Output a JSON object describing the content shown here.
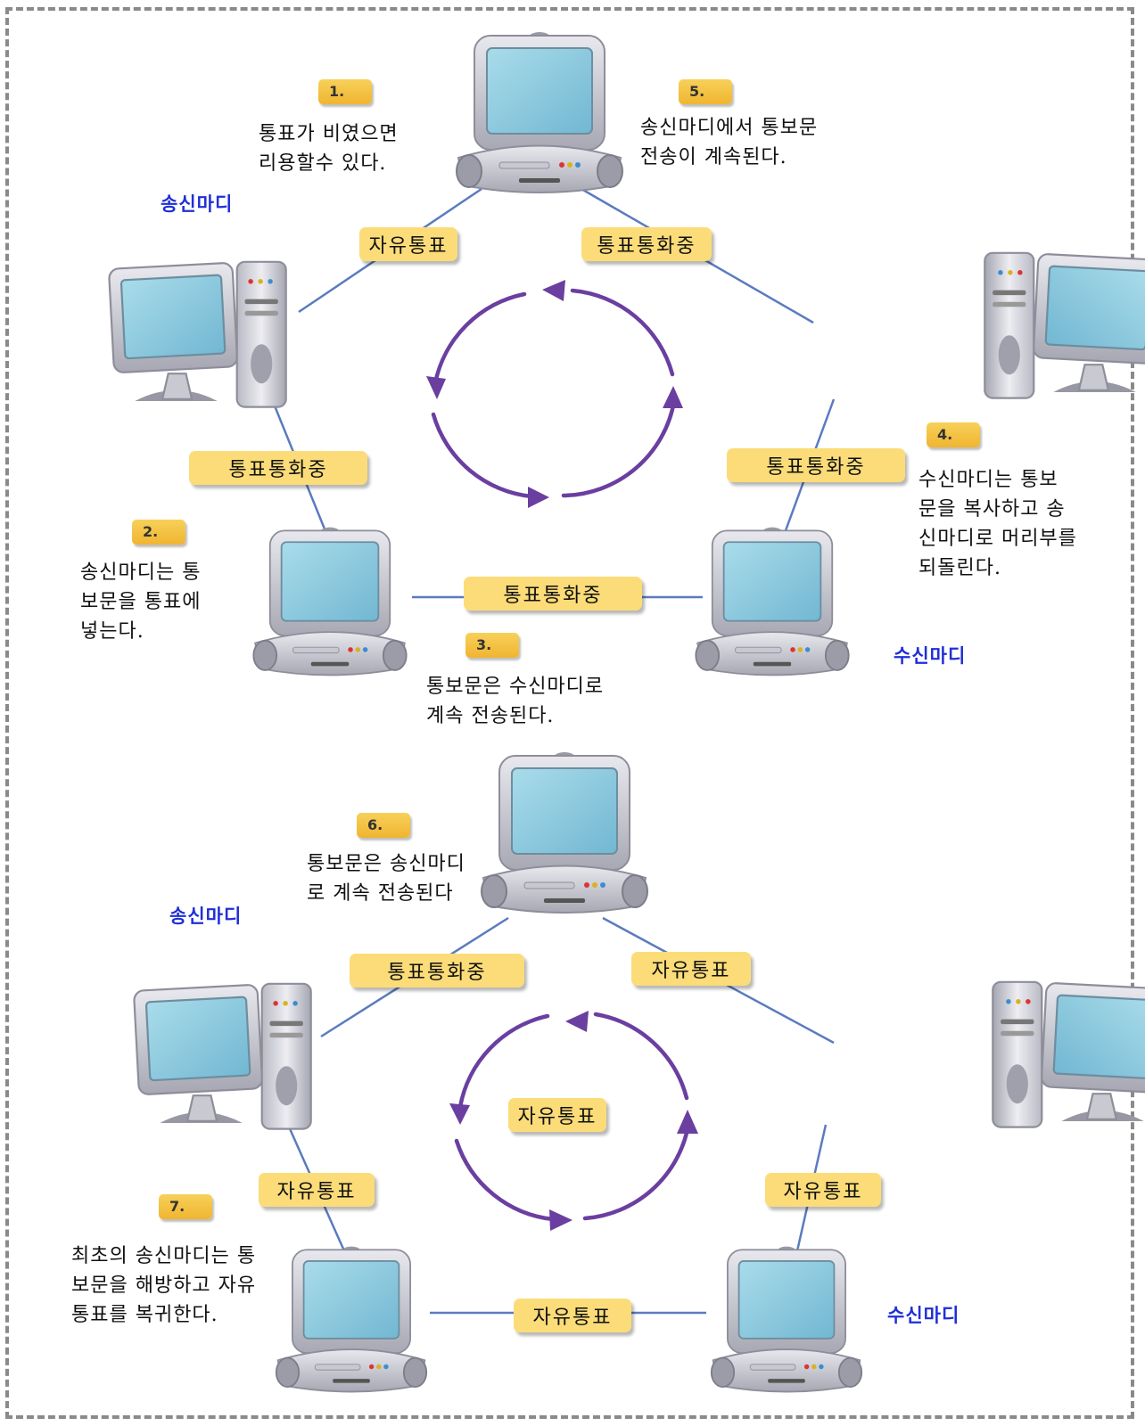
{
  "diagram_1": {
    "labels": {
      "top_left": "자유통표",
      "top_right": "통표통화중",
      "left": "통표통화중",
      "right": "통표통화중",
      "bottom": "통표통화중"
    },
    "steps": [
      {
        "badge": "1.",
        "text": "통표가 비였으면\n리용할수 있다."
      },
      {
        "badge": "2.",
        "text": "송신마디는 통\n보문을 통표에\n넣는다."
      },
      {
        "badge": "3.",
        "text": "통보문은 수신마디로\n계속 전송된다."
      },
      {
        "badge": "4.",
        "text": "수신마디는 통보\n문을 복사하고 송\n신마디로 머리부를\n되돌린다."
      },
      {
        "badge": "5.",
        "text": "송신마디에서 통보문\n전송이 계속된다."
      }
    ],
    "sender_label": "송신마디",
    "receiver_label": "수신마디"
  },
  "diagram_2": {
    "labels": {
      "top_left": "통표통화중",
      "top_right": "자유통표",
      "center": "자유통표",
      "left": "자유통표",
      "right": "자유통표",
      "bottom": "자유통표"
    },
    "steps": [
      {
        "badge": "6.",
        "text": "통보문은 송신마디\n로 계속 전송된다"
      },
      {
        "badge": "7.",
        "text": "최초의 송신마디는 통\n보문을 해방하고 자유\n통표를 복귀한다."
      }
    ],
    "sender_label": "송신마디",
    "receiver_label": "수신마디"
  },
  "colors": {
    "pill": "#fbdc78",
    "badge": "#f2bf3c",
    "arrow": "#6a3fa0",
    "node_label": "#1f2fd8",
    "wire": "#5b7bbf",
    "screen": "#8fcbe0"
  },
  "icons": [
    "computer-all-in-one-icon",
    "computer-tower-icon",
    "circular-arrow-icon"
  ]
}
